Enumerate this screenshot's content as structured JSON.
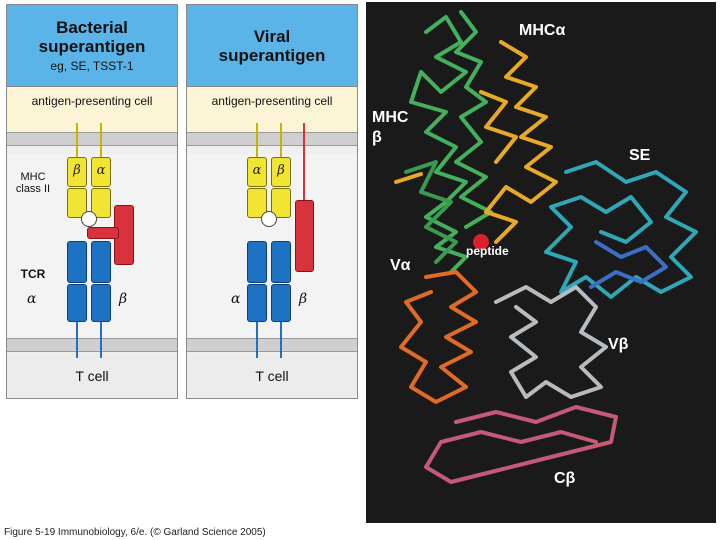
{
  "left_panel": {
    "title": "Bacterial superantigen",
    "subtitle": "eg, SE, TSST-1",
    "apc_label": "antigen-presenting cell",
    "mhc_label": "MHC class II",
    "tcr_label": "TCR",
    "mhc_chain1": "β",
    "mhc_chain2": "α",
    "tcr_alpha": "α",
    "tcr_beta": "β",
    "tcell_label": "T cell"
  },
  "right_panel": {
    "title": "Viral superantigen",
    "apc_label": "antigen-presenting cell",
    "mhc_chain1": "α",
    "mhc_chain2": "β",
    "tcr_alpha": "α",
    "tcr_beta": "β",
    "tcell_label": "T cell"
  },
  "structure": {
    "labels": {
      "mhc_alpha": "MHCα",
      "mhc_beta": "MHC β",
      "se": "SE",
      "peptide": "peptide",
      "v_alpha": "Vα",
      "v_beta": "Vβ",
      "c_beta": "Cβ"
    },
    "colors": {
      "mhc_alpha": "#e8a928",
      "mhc_beta": "#43b05c",
      "se": "#2fa7b6",
      "v_alpha": "#e06b24",
      "v_beta": "#b7bcc0",
      "c_beta": "#c45a78",
      "peptide": "#d8222a"
    }
  },
  "caption": "Figure 5-19 Immunobiology, 6/e. (© Garland Science 2005)"
}
